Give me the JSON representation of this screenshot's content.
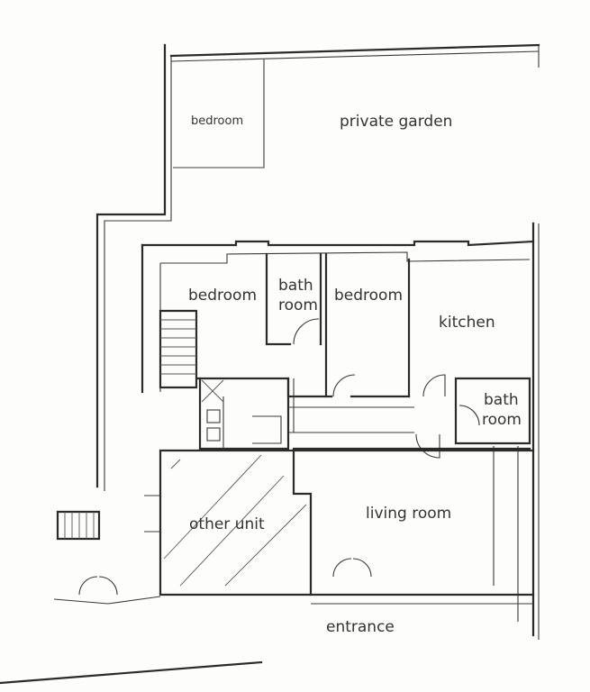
{
  "rooms": {
    "bedroom_top": "bedroom",
    "private_garden": "private garden",
    "bedroom_left": "bedroom",
    "bathroom_upper_line1": "bath",
    "bathroom_upper_line2": "room",
    "bedroom_middle": "bedroom",
    "kitchen": "kitchen",
    "bathroom_right_line1": "bath",
    "bathroom_right_line2": "room",
    "other_unit": "other unit",
    "living_room": "living room",
    "entrance": "entrance"
  }
}
